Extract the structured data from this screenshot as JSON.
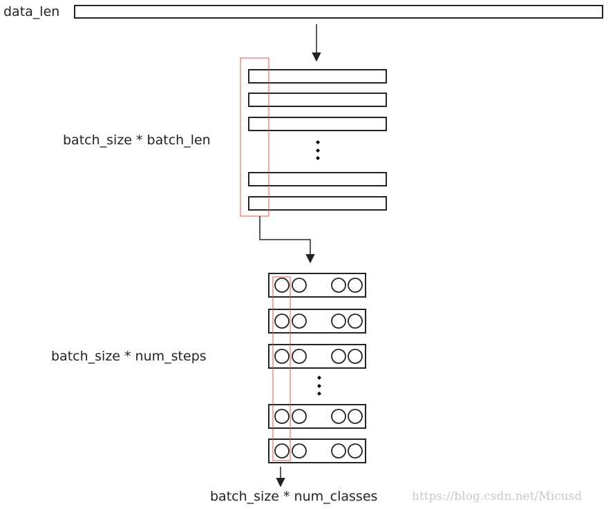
{
  "labels": {
    "data_len": "data_len",
    "batch_size_batch_len": "batch_size * batch_len",
    "batch_size_num_steps": "batch_size * num_steps",
    "batch_size_num_classes": "batch_size * num_classes"
  },
  "watermark": "https://blog.csdn.net/Micusd",
  "colors": {
    "stroke": "#222222",
    "highlight": "#d9534f",
    "watermark": "#c8c8c8"
  }
}
